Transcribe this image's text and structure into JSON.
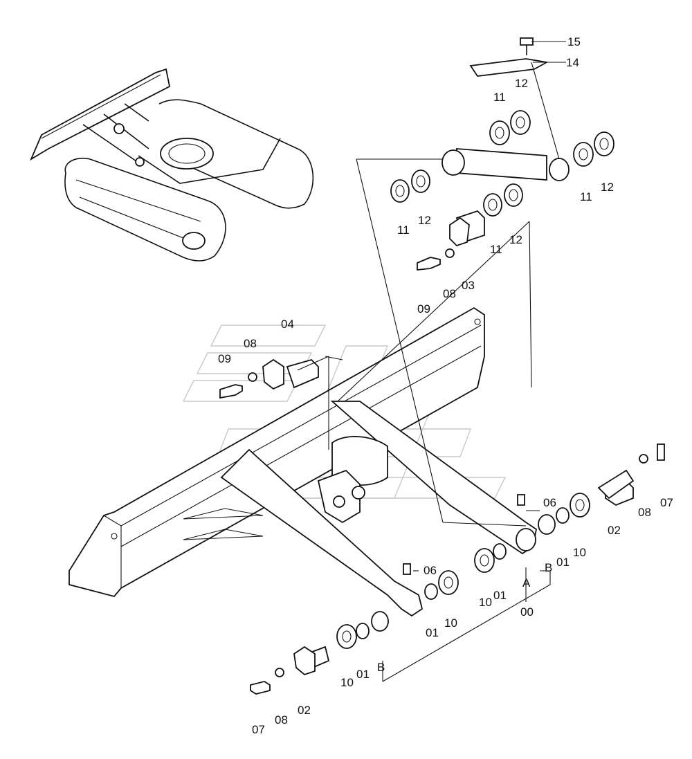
{
  "callouts": {
    "c00": "00",
    "c01a": "01",
    "c01b": "01",
    "c01c": "01",
    "c01d": "01",
    "c02a": "02",
    "c02b": "02",
    "c03": "03",
    "c04": "04",
    "c06a": "06",
    "c06b": "06",
    "c07a": "07",
    "c07b": "07",
    "c08a": "08",
    "c08b": "08",
    "c08c": "08",
    "c08d": "08",
    "c09a": "09",
    "c09b": "09",
    "c10a": "10",
    "c10b": "10",
    "c10c": "10",
    "c10d": "10",
    "c11a": "11",
    "c11b": "11",
    "c11c": "11",
    "c11d": "11",
    "c12a": "12",
    "c12b": "12",
    "c12c": "12",
    "c12d": "12",
    "c14": "14",
    "c15": "15",
    "cA": "A",
    "cB1": "B",
    "cB2": "B"
  },
  "icons": [
    "excavator-overview-icon",
    "blade-assembly",
    "hydraulic-cylinder",
    "pin",
    "bolt",
    "washer",
    "bushing",
    "grease-fitting",
    "cover-plate"
  ]
}
